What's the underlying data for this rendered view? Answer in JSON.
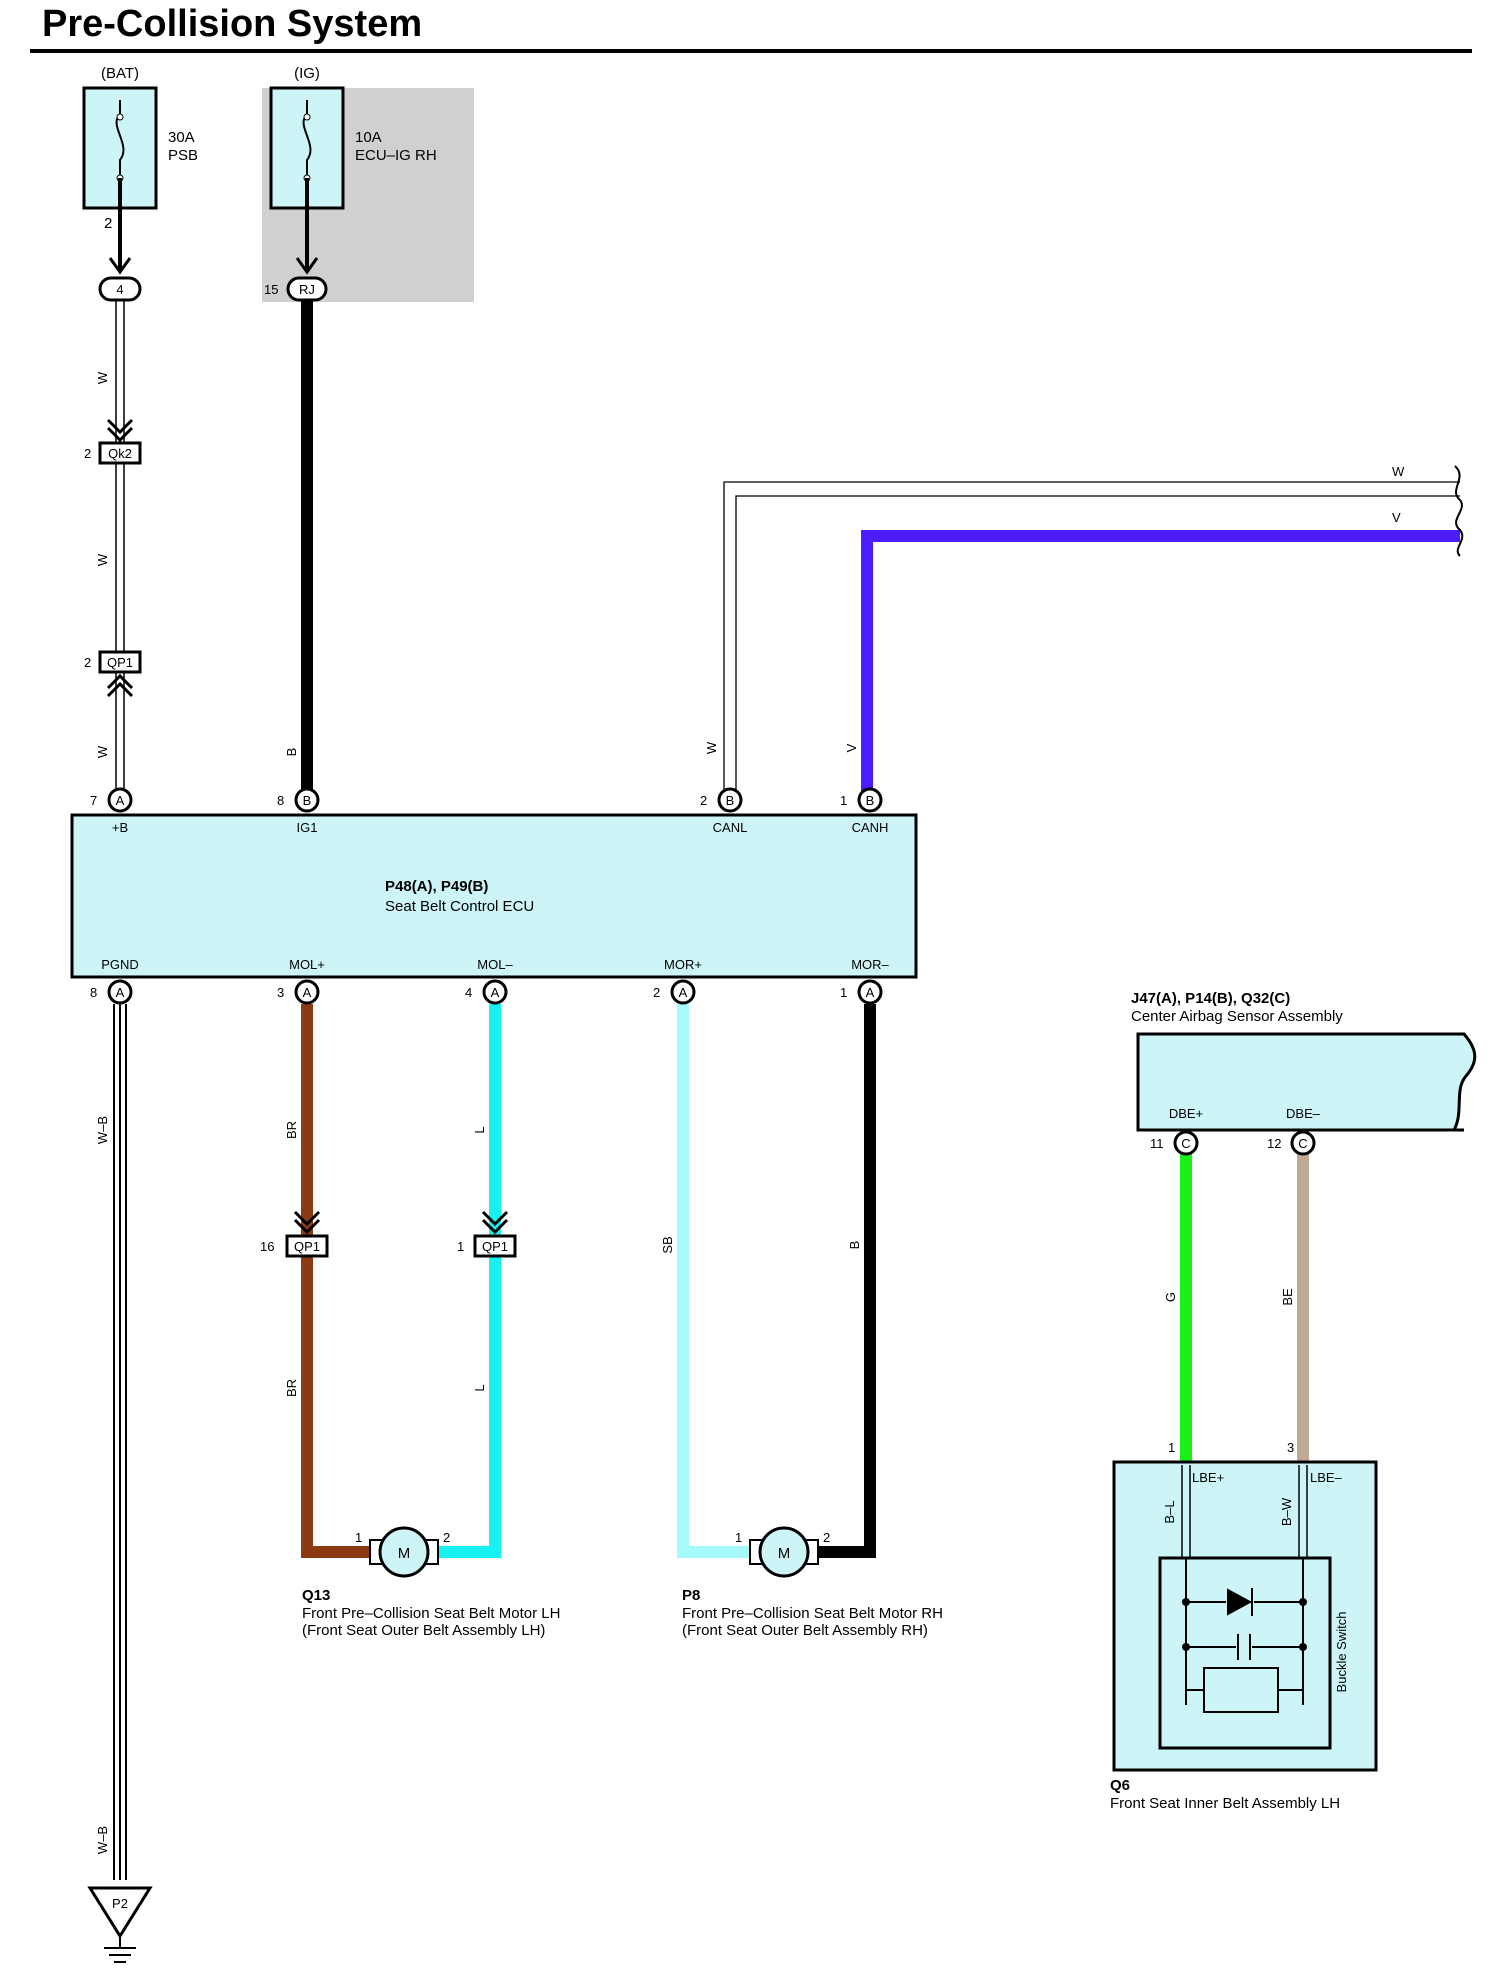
{
  "title": "Pre-Collision System",
  "colors": {
    "component_fill": "#cdf5f7",
    "fuse_fill": "#cdf5f7",
    "ig_shade": "#d0d0d0",
    "wire_W": "#ffffff",
    "wire_B": "#000000",
    "wire_V": "#4a1cff",
    "wire_BR": "#8b3a12",
    "wire_L": "#19f0f0",
    "wire_SB": "#a6fafa",
    "wire_G": "#1bf01b",
    "wire_BE": "#bfa995"
  },
  "fuses": {
    "bat": {
      "supply": "(BAT)",
      "rating": "30A",
      "name": "PSB",
      "pin": "2",
      "connector": "4"
    },
    "ig": {
      "supply": "(IG)",
      "rating": "10A",
      "name": "ECU–IG RH",
      "pin": "15",
      "connector": "RJ"
    }
  },
  "junctions": {
    "qk2": {
      "label": "Qk2",
      "pin": "2"
    },
    "qp1_top": {
      "label": "QP1",
      "pin": "2"
    },
    "qp1_br": {
      "label": "QP1",
      "pin": "16"
    },
    "qp1_l": {
      "label": "QP1",
      "pin": "1"
    }
  },
  "wires": {
    "bat_w1": "W",
    "bat_w2": "W",
    "bat_w3": "W",
    "ig1": "B",
    "canl": "W",
    "canh": "V",
    "bus_w": "W",
    "bus_v": "V",
    "pgnd1": "W–B",
    "pgnd2": "W–B",
    "mol_p1": "BR",
    "mol_p2": "BR",
    "mol_m1": "L",
    "mol_m2": "L",
    "mor_p": "SB",
    "mor_m": "B",
    "dbe_p": "G",
    "dbe_m": "BE",
    "lbe_p": "B–L",
    "lbe_m": "B–W"
  },
  "ecu": {
    "id": "P48(A), P49(B)",
    "name": "Seat Belt Control ECU",
    "top_pins": [
      {
        "pin": "7",
        "conn": "A",
        "label": "+B"
      },
      {
        "pin": "8",
        "conn": "B",
        "label": "IG1"
      },
      {
        "pin": "2",
        "conn": "B",
        "label": "CANL"
      },
      {
        "pin": "1",
        "conn": "B",
        "label": "CANH"
      }
    ],
    "bottom_pins": [
      {
        "pin": "8",
        "conn": "A",
        "label": "PGND"
      },
      {
        "pin": "3",
        "conn": "A",
        "label": "MOL+"
      },
      {
        "pin": "4",
        "conn": "A",
        "label": "MOL–"
      },
      {
        "pin": "2",
        "conn": "A",
        "label": "MOR+"
      },
      {
        "pin": "1",
        "conn": "A",
        "label": "MOR–"
      }
    ]
  },
  "airbag": {
    "id": "J47(A), P14(B), Q32(C)",
    "name": "Center Airbag Sensor Assembly",
    "pins": [
      {
        "pin": "11",
        "conn": "C",
        "label": "DBE+"
      },
      {
        "pin": "12",
        "conn": "C",
        "label": "DBE–"
      }
    ]
  },
  "motor_lh": {
    "id": "Q13",
    "line1": "Front Pre–Collision Seat Belt Motor LH",
    "line2": "(Front Seat Outer Belt Assembly LH)",
    "pin1": "1",
    "pin2": "2",
    "symbol": "M"
  },
  "motor_rh": {
    "id": "P8",
    "line1": "Front Pre–Collision Seat Belt Motor RH",
    "line2": "(Front Seat Outer Belt Assembly RH)",
    "pin1": "1",
    "pin2": "2",
    "symbol": "M"
  },
  "belt": {
    "id": "Q6",
    "name": "Front Seat Inner Belt Assembly LH",
    "switch": "Buckle Switch",
    "pin_p": "1",
    "pin_m": "3",
    "label_p": "LBE+",
    "label_m": "LBE–"
  },
  "ground": {
    "label": "P2"
  }
}
